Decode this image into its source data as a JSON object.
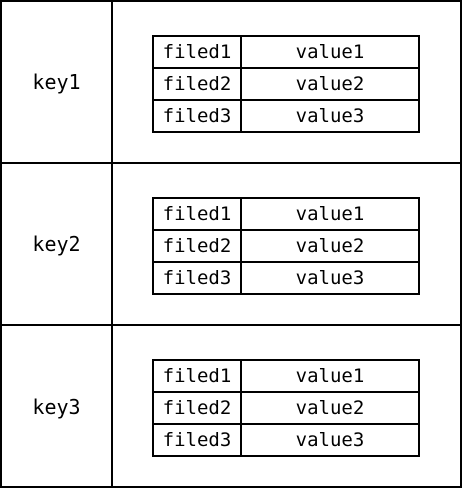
{
  "entries": [
    {
      "key": "key1",
      "fields": [
        {
          "field": "filed1",
          "value": "value1"
        },
        {
          "field": "filed2",
          "value": "value2"
        },
        {
          "field": "filed3",
          "value": "value3"
        }
      ]
    },
    {
      "key": "key2",
      "fields": [
        {
          "field": "filed1",
          "value": "value1"
        },
        {
          "field": "filed2",
          "value": "value2"
        },
        {
          "field": "filed3",
          "value": "value3"
        }
      ]
    },
    {
      "key": "key3",
      "fields": [
        {
          "field": "filed1",
          "value": "value1"
        },
        {
          "field": "filed2",
          "value": "value2"
        },
        {
          "field": "filed3",
          "value": "value3"
        }
      ]
    }
  ]
}
